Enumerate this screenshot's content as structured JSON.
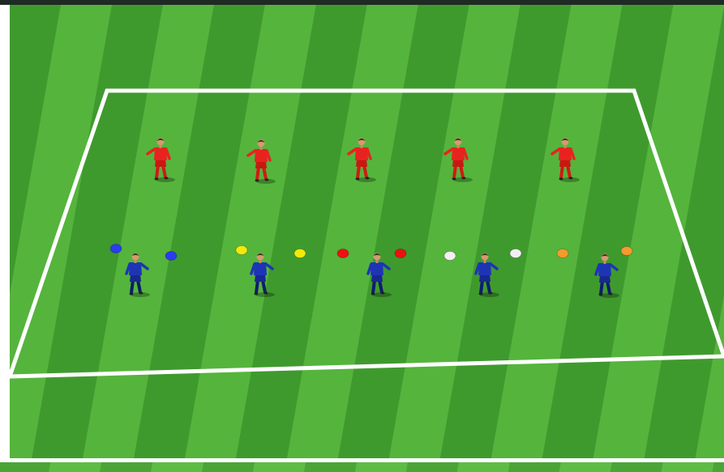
{
  "drill": {
    "colors": {
      "field_light": "#55b43c",
      "field_dark": "#3f9a2e",
      "lines": "#ffffff",
      "team_red": "#e8231f",
      "team_blue": "#1d35b5"
    },
    "red_players": [
      {
        "id": "red-1"
      },
      {
        "id": "red-2"
      },
      {
        "id": "red-3"
      },
      {
        "id": "red-4"
      },
      {
        "id": "red-5"
      }
    ],
    "blue_players": [
      {
        "id": "blue-1"
      },
      {
        "id": "blue-2"
      },
      {
        "id": "blue-3"
      },
      {
        "id": "blue-4"
      },
      {
        "id": "blue-5"
      }
    ],
    "cone_gates": [
      {
        "color": "#2b3cf0",
        "name": "blue"
      },
      {
        "color": "#f2ea0a",
        "name": "yellow"
      },
      {
        "color": "#ee1010",
        "name": "red"
      },
      {
        "color": "#f3eef2",
        "name": "white"
      },
      {
        "color": "#f59a2c",
        "name": "orange"
      }
    ]
  }
}
